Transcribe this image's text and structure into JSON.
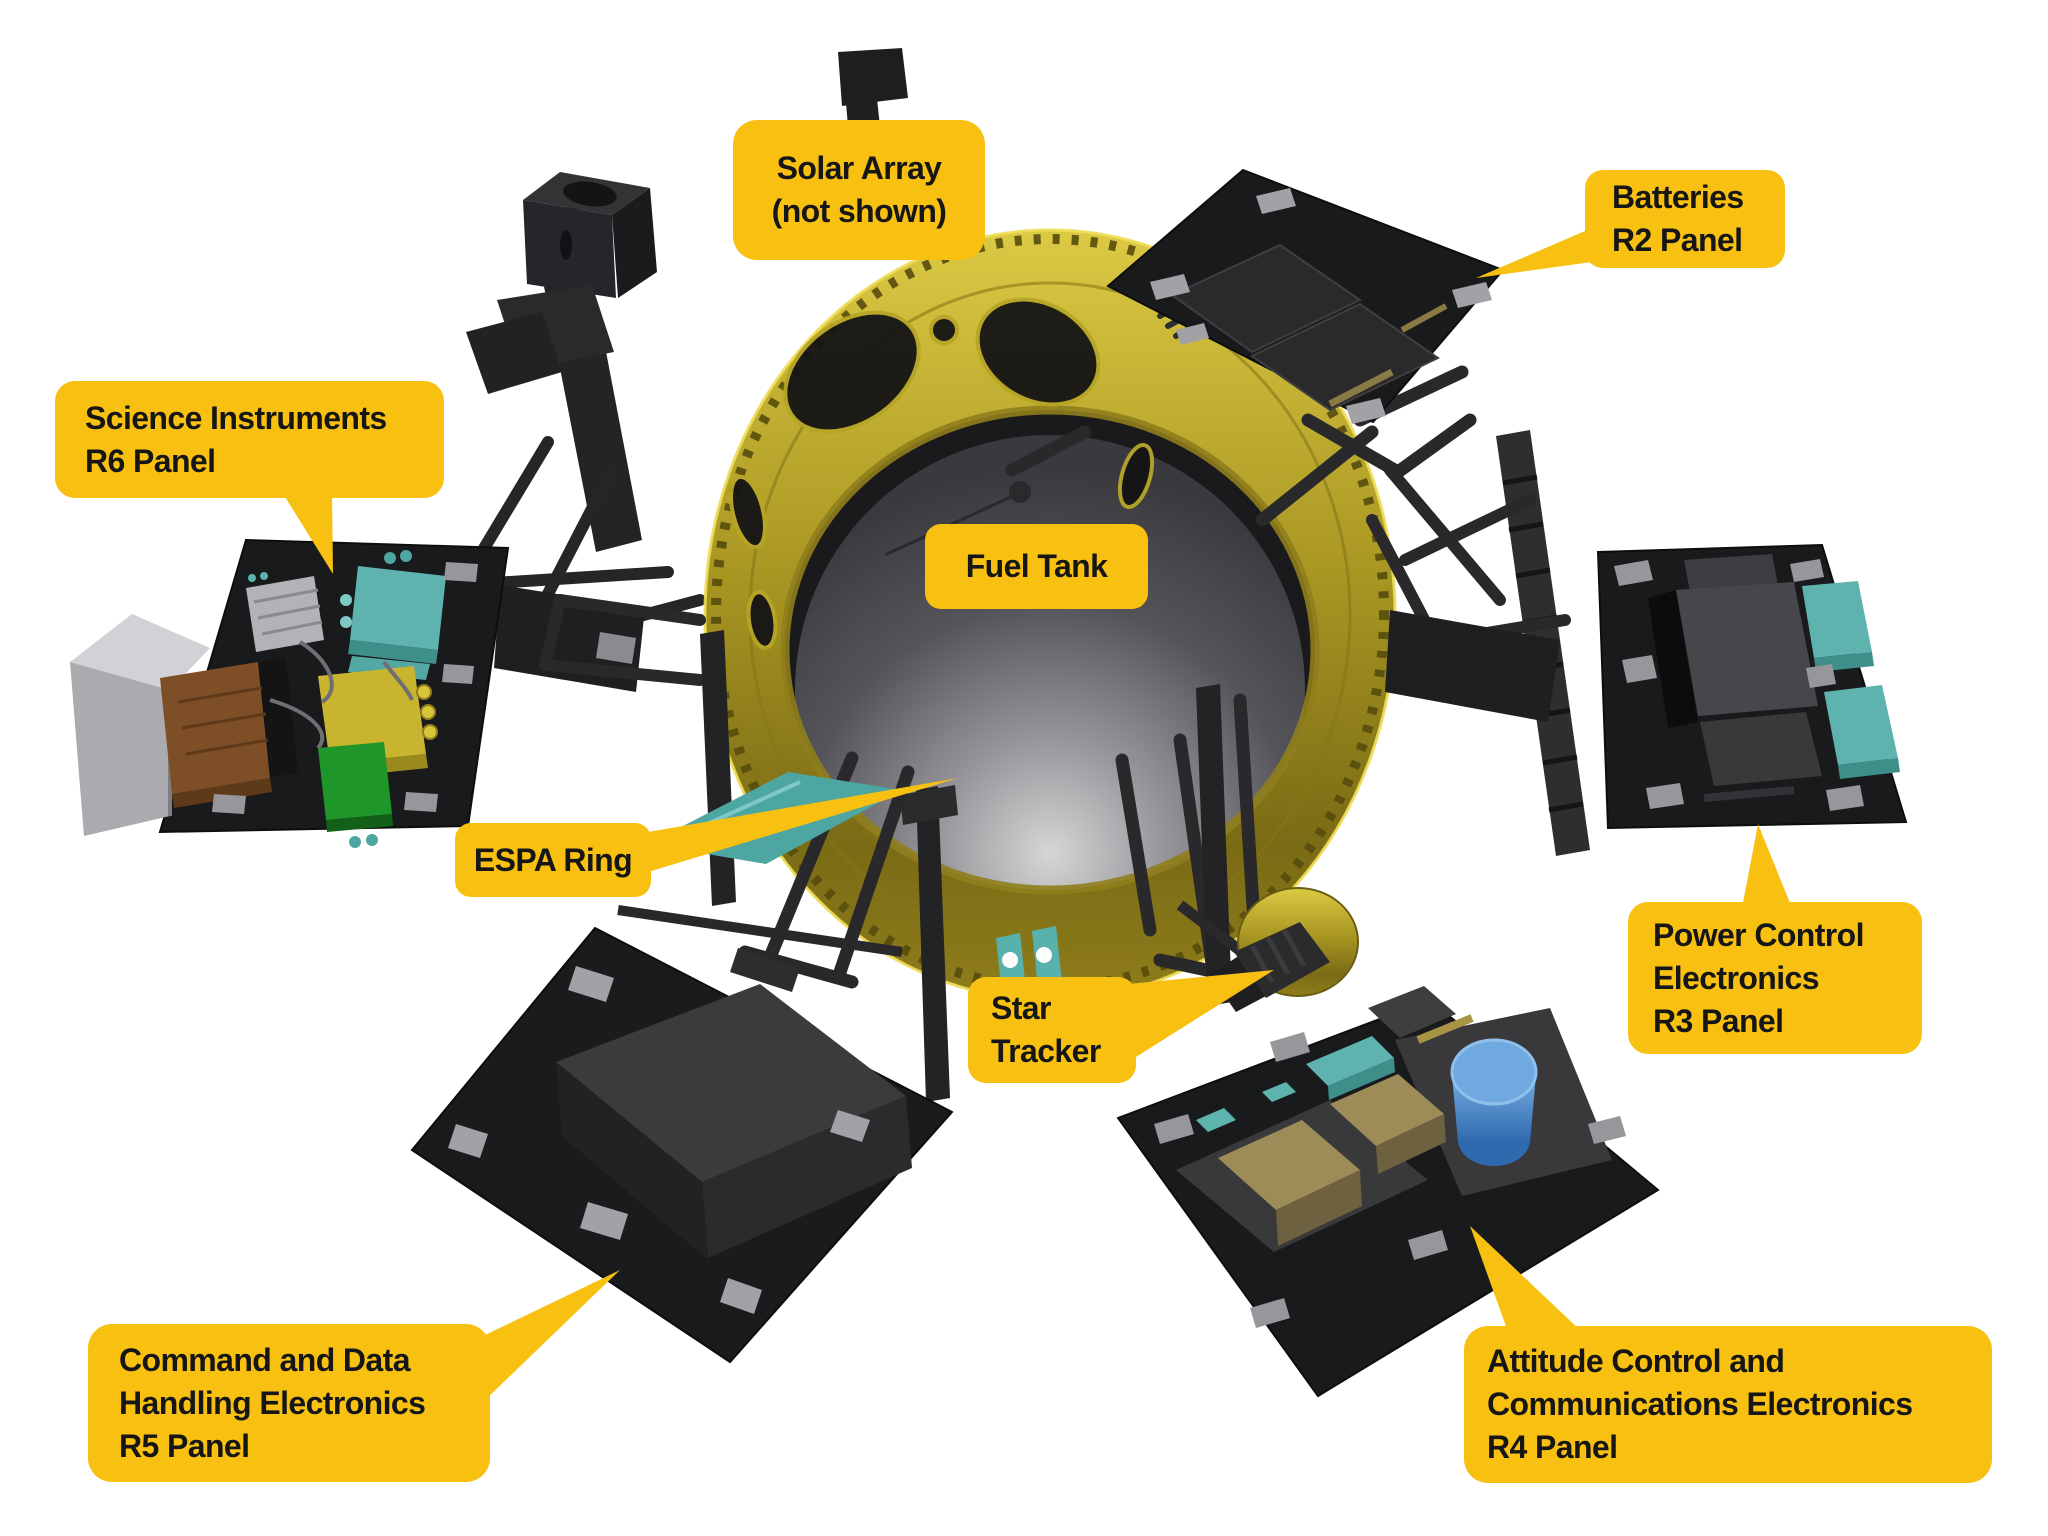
{
  "diagram": {
    "subject": "spacecraft-exploded-view",
    "background": "#FFFFFF"
  },
  "colors": {
    "callout_bg": "#F8C011",
    "callout_text": "#161616",
    "ring_gold_light": "#D8C63E",
    "ring_gold_dark": "#7A6B15",
    "fuel_tank_gray": "#55555A",
    "panel_dark": "#191A1C",
    "strut_dark": "#29292B",
    "teal_component": "#5FB3AF",
    "tan_component": "#9D8C58",
    "green_component": "#1E9629",
    "brown_component": "#7E4F26",
    "gold_component": "#C8B42E",
    "blue_component": "#3F83CE",
    "pad_gray": "#97979B"
  },
  "callouts": [
    {
      "id": "solar-array",
      "lines": [
        "Solar Array",
        "(not shown)"
      ]
    },
    {
      "id": "batteries",
      "lines": [
        "Batteries",
        "R2 Panel"
      ]
    },
    {
      "id": "science-instruments",
      "lines": [
        "Science Instruments",
        "R6 Panel"
      ]
    },
    {
      "id": "fuel-tank",
      "lines": [
        "Fuel Tank"
      ]
    },
    {
      "id": "espa-ring",
      "lines": [
        "ESPA Ring"
      ]
    },
    {
      "id": "star-tracker",
      "lines": [
        "Star",
        "Tracker"
      ]
    },
    {
      "id": "power-control",
      "lines": [
        "Power Control",
        "Electronics",
        "R3 Panel"
      ]
    },
    {
      "id": "command-data",
      "lines": [
        "Command and Data",
        "Handling Electronics",
        "R5 Panel"
      ]
    },
    {
      "id": "attitude-control",
      "lines": [
        "Attitude Control and",
        "Communications Electronics",
        "R4 Panel"
      ]
    }
  ]
}
